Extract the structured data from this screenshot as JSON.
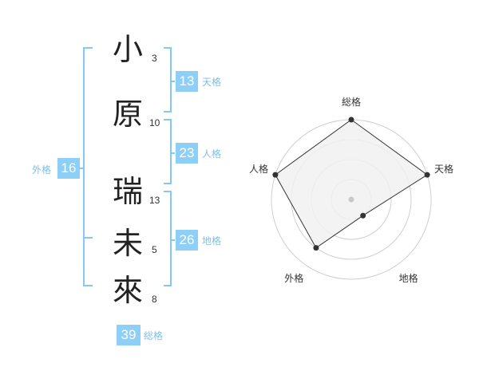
{
  "colors": {
    "accent_box": "#8ecff8",
    "accent_line": "#86c8f2",
    "label_text": "#7fbfe8",
    "radar_fill": "#f1f1f1",
    "radar_grid": "#cfcfcf",
    "radar_line": "#333333",
    "center_dot": "#c8c8c8"
  },
  "name": {
    "characters": [
      {
        "char": "小",
        "strokes": "3"
      },
      {
        "char": "原",
        "strokes": "10"
      },
      {
        "char": "瑞",
        "strokes": "13"
      },
      {
        "char": "未",
        "strokes": "5"
      },
      {
        "char": "來",
        "strokes": "8"
      }
    ]
  },
  "fortunes": {
    "tenkaku": {
      "value": "13",
      "label": "天格"
    },
    "jinkaku": {
      "value": "23",
      "label": "人格"
    },
    "chikaku": {
      "value": "26",
      "label": "地格"
    },
    "gaikaku": {
      "value": "16",
      "label": "外格"
    },
    "soukaku": {
      "value": "39",
      "label": "総格"
    }
  },
  "chart_data": {
    "type": "radar",
    "axes": [
      "総格",
      "天格",
      "地格",
      "外格",
      "人格"
    ],
    "values": [
      4,
      4,
      1,
      3,
      4
    ],
    "max": 4,
    "rings": 4
  }
}
